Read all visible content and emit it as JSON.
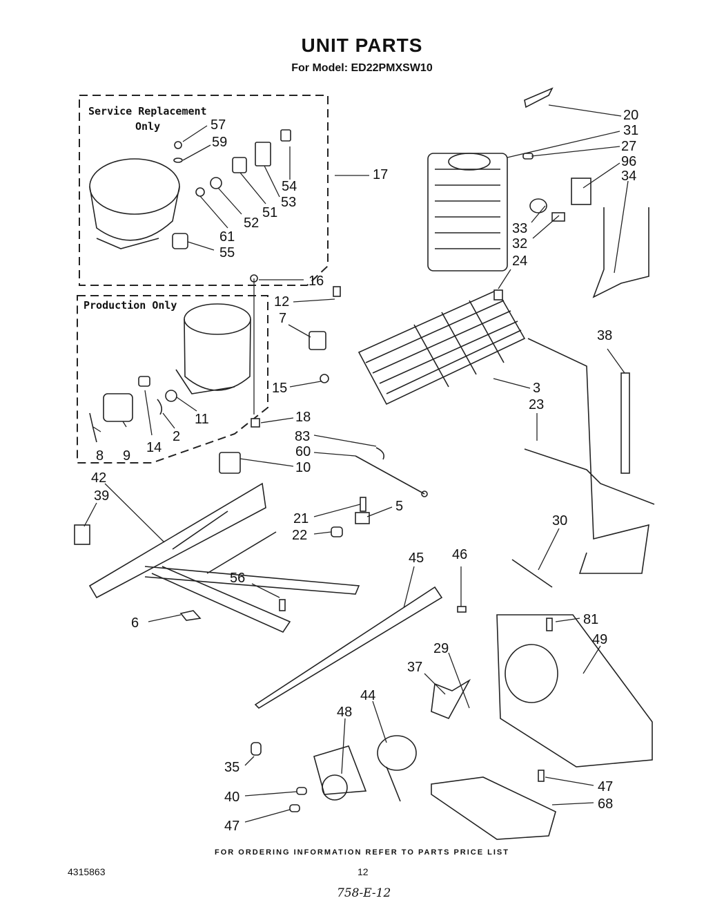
{
  "header": {
    "title": "UNIT PARTS",
    "subtitle": "For Model: ED22PMXSW10"
  },
  "boxes": {
    "service_label_line1": "Service Replacement",
    "service_label_line2": "Only",
    "production_label": "Production Only"
  },
  "callouts": [
    "20",
    "31",
    "27",
    "96",
    "34",
    "33",
    "32",
    "24",
    "57",
    "59",
    "17",
    "54",
    "53",
    "51",
    "52",
    "61",
    "55",
    "16",
    "12",
    "7",
    "15",
    "18",
    "83",
    "60",
    "10",
    "21",
    "5",
    "22",
    "3",
    "23",
    "38",
    "30",
    "42",
    "39",
    "11",
    "2",
    "14",
    "9",
    "8",
    "45",
    "46",
    "56",
    "6",
    "81",
    "49",
    "29",
    "37",
    "44",
    "48",
    "35",
    "40",
    "47",
    "47",
    "68"
  ],
  "footer": {
    "ordering_note": "FOR ORDERING INFORMATION REFER TO PARTS PRICE LIST",
    "document_number": "4315863",
    "page_number": "12",
    "handwritten_note": "758-E-12"
  }
}
